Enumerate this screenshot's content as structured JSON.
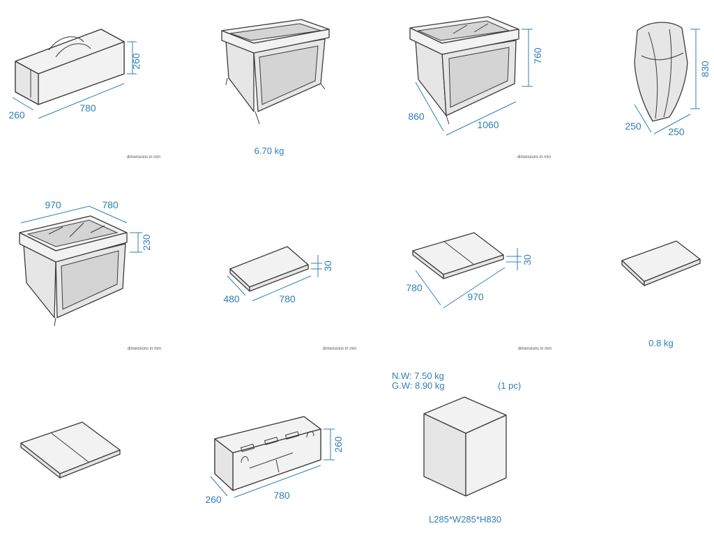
{
  "labels": {
    "bag_height": "260",
    "bag_depth": "260",
    "bag_length": "780",
    "cot_weight": "6.70 kg",
    "cot_height": "760",
    "cot_width": "860",
    "cot_length": "1060",
    "folded_height": "830",
    "folded_w1": "250",
    "folded_w2": "250",
    "bassinet_length": "970",
    "bassinet_width": "780",
    "bassinet_height": "230",
    "mattress_small_thickness": "30",
    "mattress_small_width": "480",
    "mattress_small_length": "780",
    "mattress_large_thickness": "30",
    "mattress_large_width": "780",
    "mattress_large_length": "970",
    "mattress_weight": "0.8 kg",
    "bag2_height": "260",
    "bag2_depth": "260",
    "bag2_length": "780",
    "net_weight": "N.W: 7.50 kg",
    "gross_weight": "G.W: 8.90 kg",
    "carton_qty": "(1 pc)",
    "carton_dims": "L285*W285*H830",
    "dim_note_1": "dimensions in mm",
    "dim_note_2": "dimensions in mm",
    "dim_note_3": "dimensions in mm",
    "dim_note_4": "dimensions in mm",
    "dim_note_5": "dimensions in mm"
  },
  "colors": {
    "dimension": "#2f7fb5",
    "outline": "#3a3a3a",
    "fill": "#e6e6e6"
  }
}
